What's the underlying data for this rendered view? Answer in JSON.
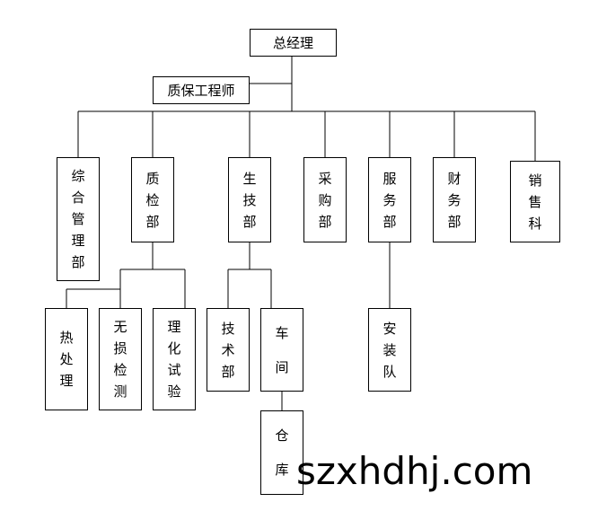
{
  "org_chart": {
    "ceo": "总经理",
    "qa_engineer": "质保工程师",
    "departments": {
      "general_management": "综合管理部",
      "quality_inspection": "质检部",
      "production_technology": "生技部",
      "purchasing": "采购部",
      "service": "服务部",
      "finance": "财务部",
      "sales": "销售科"
    },
    "quality_inspection_units": {
      "heat_treatment": "热处理",
      "ndt": "无损检测",
      "physical_chemical_testing": "理化试验"
    },
    "production_technology_units": {
      "technology": "技术部",
      "workshop": "车间",
      "warehouse": "仓库"
    },
    "service_units": {
      "installation_team": "安装队"
    }
  },
  "watermark": "szxhdhj.com"
}
